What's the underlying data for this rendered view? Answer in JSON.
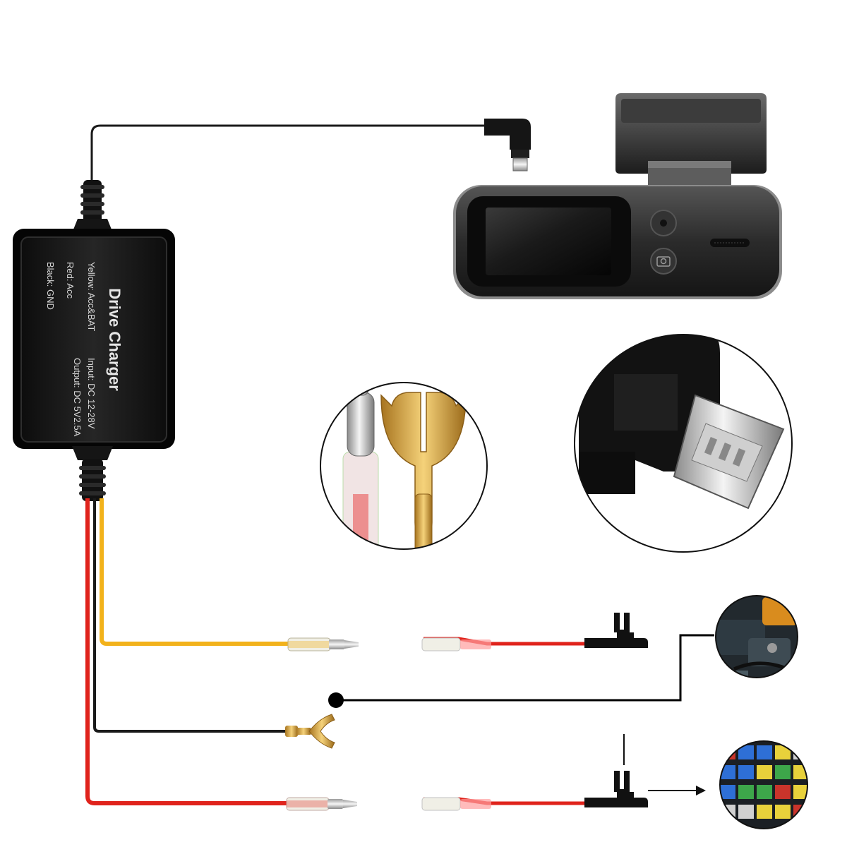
{
  "charger": {
    "title": "Drive Charger",
    "input": "Input: DC 12-28V",
    "output": "Output: DC 5V2.5A",
    "yellow": "Yellow: Acc&BAT",
    "red": "Red: Acc",
    "black": "Black: GND"
  },
  "colors": {
    "wire_red": "#e0231c",
    "wire_yellow": "#f2b21b",
    "wire_black": "#1a1a1a",
    "box": "#1c1c1c",
    "gold": "#d9a441"
  },
  "icons": {
    "dashcam": "dashcam-icon",
    "usb_connector": "mini-usb-connector-icon",
    "terminals": "wire-terminals-icon",
    "fuse_tap": "fuse-tap-icon",
    "ground_fork": "ground-fork-terminal-icon",
    "car_ground": "car-ground-photo-icon",
    "fuse_box": "fuse-box-photo-icon"
  }
}
